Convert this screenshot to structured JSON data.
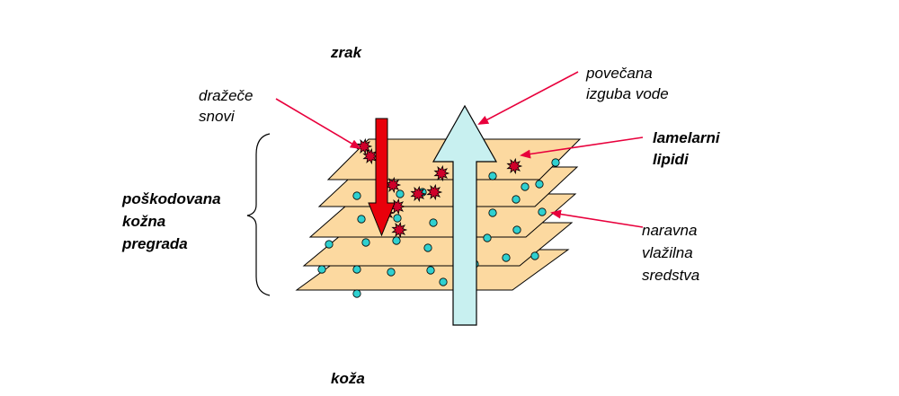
{
  "labels": {
    "top": "zrak",
    "bottom": "koža",
    "irritants": [
      "dražeče",
      "snovi"
    ],
    "water_loss": [
      "povečana",
      "izguba vode"
    ],
    "lipids": [
      "lamelarni",
      "lipidi"
    ],
    "barrier": [
      "poškodovana",
      "kožna",
      "pregrada"
    ],
    "moisturizers": [
      "naravna",
      "vlažilna",
      "sredstva"
    ]
  },
  "icons": {
    "irritant": "red-spiky-particle-icon",
    "moisturizer": "cyan-dot-icon"
  },
  "colors": {
    "lamella_fill": "#FCD9A0",
    "irritant_arrow": "#E8000B",
    "water_arrow": "#C8F0F0",
    "irritant_particle": "#D0002A",
    "moisturizer_dot": "#2FD0D0",
    "pointer_line": "#E8003C"
  }
}
